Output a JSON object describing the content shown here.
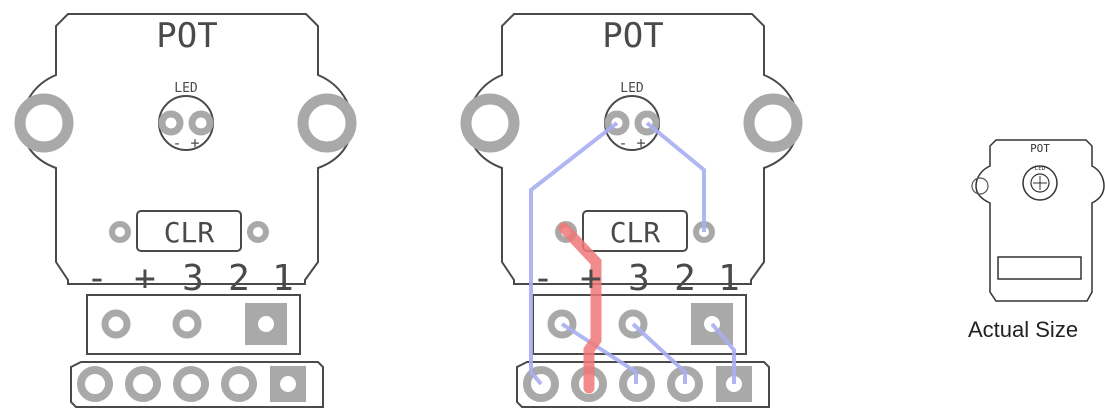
{
  "boards": [
    {
      "id": "plain",
      "title": "POT",
      "led_label": "LED",
      "led_polarity": "- +",
      "resistor_label": "CLR",
      "pin_labels": [
        "-",
        "+",
        "3",
        "2",
        "1"
      ]
    },
    {
      "id": "traced",
      "title": "POT",
      "led_label": "LED",
      "led_polarity": "- +",
      "resistor_label": "CLR",
      "pin_labels": [
        "-",
        "+",
        "3",
        "2",
        "1"
      ]
    }
  ],
  "mini": {
    "title": "POT",
    "led_label": "LED",
    "caption": "Actual Size"
  },
  "colors": {
    "outline": "#4a4a4a",
    "pad": "#a9a9a9",
    "trace_blue": "#a9aef2",
    "trace_red": "#f07878"
  }
}
